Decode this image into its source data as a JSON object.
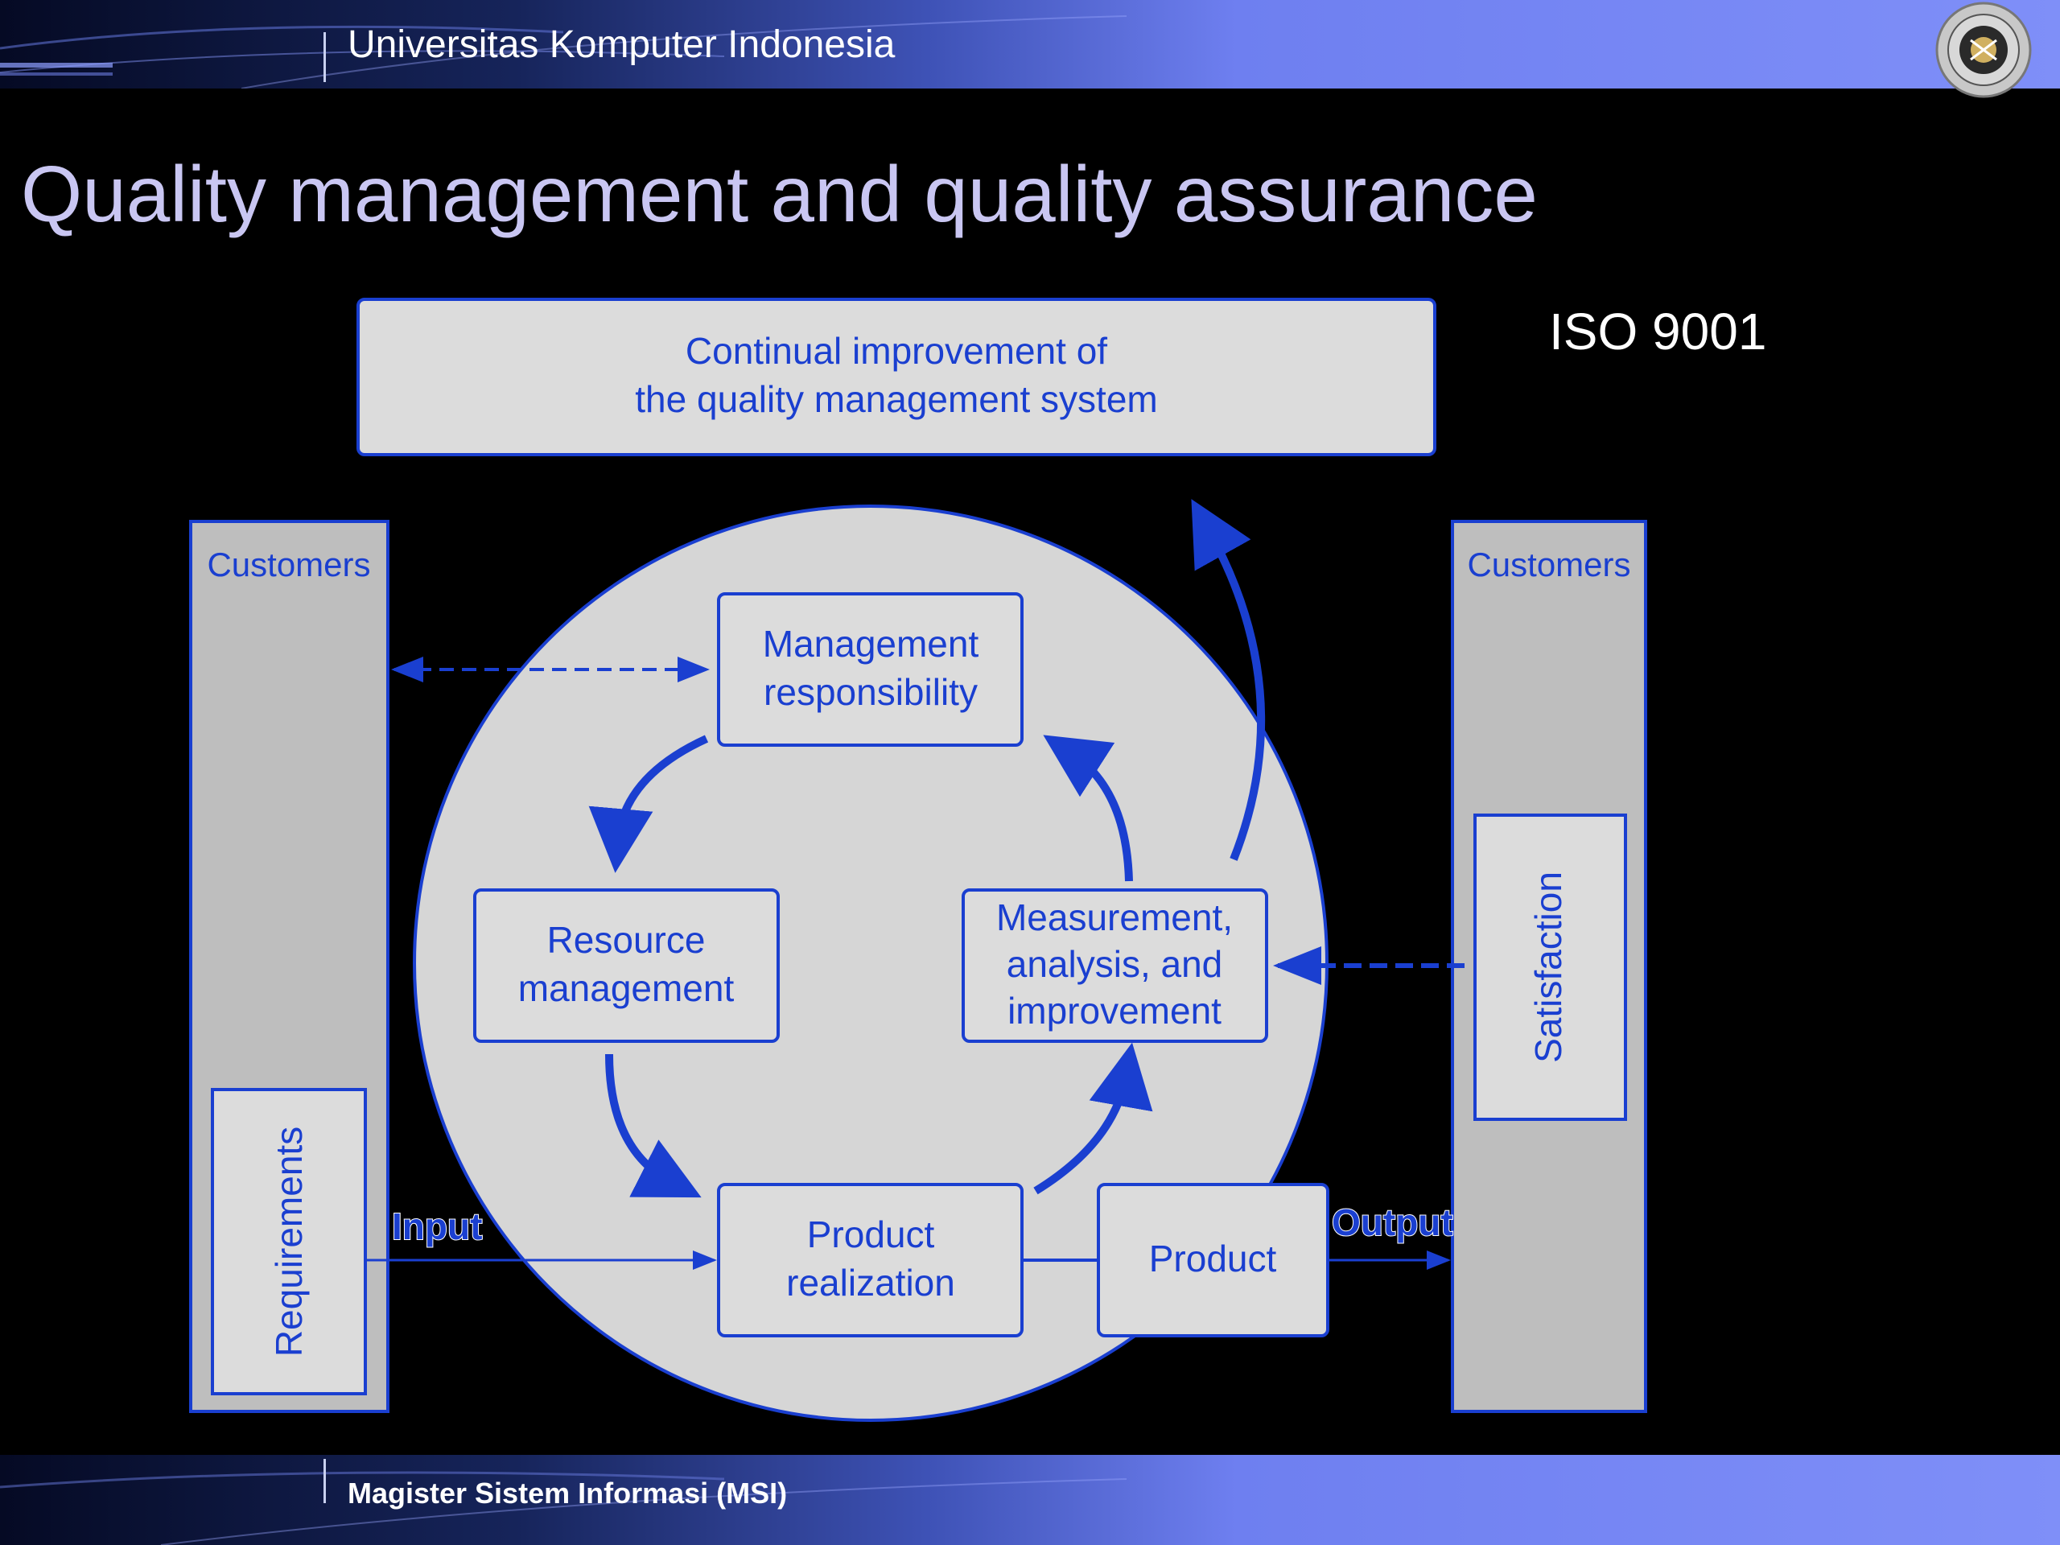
{
  "header": {
    "organization": "Universitas Komputer Indonesia"
  },
  "footer": {
    "program": "Magister Sistem Informasi (MSI)"
  },
  "slide": {
    "title": "Quality management and quality assurance",
    "note": "ISO 9001"
  },
  "diagram": {
    "top_box": {
      "line1": "Continual improvement of",
      "line2": "the quality management system"
    },
    "left_panel": {
      "title": "Customers",
      "inner": "Requirements"
    },
    "right_panel": {
      "title": "Customers",
      "inner": "Satisfaction"
    },
    "nodes": {
      "management": {
        "line1": "Management",
        "line2": "responsibility"
      },
      "resource": {
        "line1": "Resource",
        "line2": "management"
      },
      "measurement": {
        "line1": "Measurement,",
        "line2": "analysis, and",
        "line3": "improvement"
      },
      "realization": {
        "line1": "Product",
        "line2": "realization"
      },
      "product": {
        "line1": "Product"
      }
    },
    "flow_labels": {
      "input": "Input",
      "output": "Output"
    }
  },
  "colors": {
    "diagram_blue": "#1a3fd0",
    "box_fill": "#dcdcdc",
    "panel_fill": "#bebebe",
    "title_text": "#c9c6f2"
  }
}
